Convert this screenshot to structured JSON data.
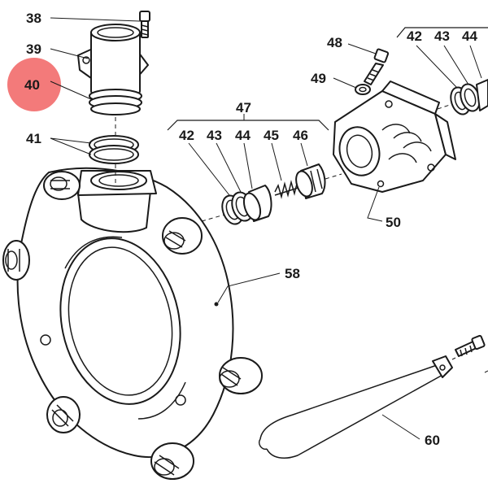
{
  "colors": {
    "ink": "#1a1a1a",
    "background": "#ffffff",
    "highlight": "#f26b6b"
  },
  "highlight": {
    "callout": "40"
  },
  "callouts": {
    "c38": "38",
    "c39": "39",
    "c40": "40",
    "c41": "41",
    "c47": "47",
    "c42a": "42",
    "c43a": "43",
    "c44a": "44",
    "c45": "45",
    "c46": "46",
    "c48": "48",
    "c49": "49",
    "c42b": "42",
    "c43b": "43",
    "c44b": "44",
    "c50": "50",
    "c58": "58",
    "c60": "60"
  }
}
